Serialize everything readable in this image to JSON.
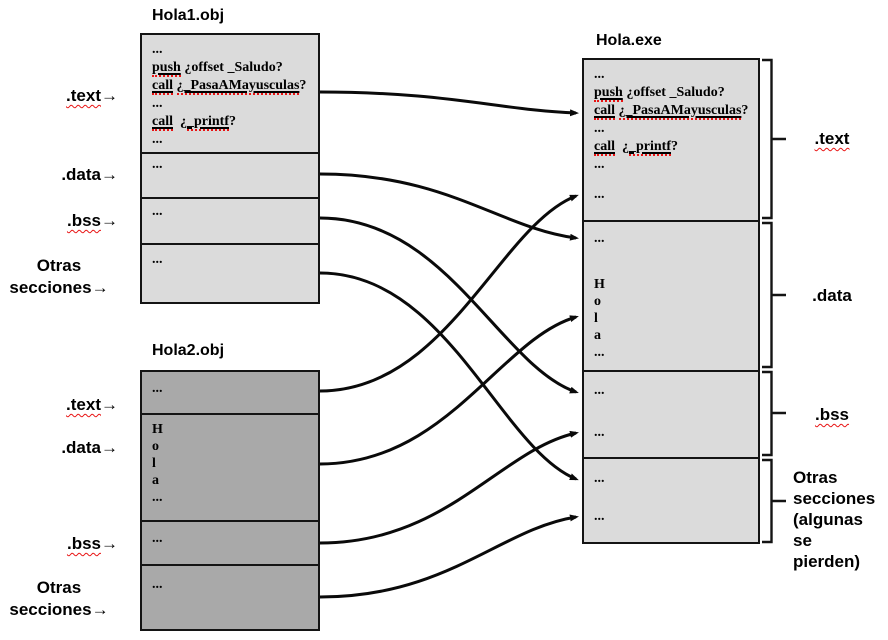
{
  "boxes": {
    "hola1_title": "Hola1.obj",
    "hola2_title": "Hola2.obj",
    "exe_title": "Hola.exe"
  },
  "glyphs": {
    "arrow": "→",
    "dots": "..."
  },
  "code": {
    "push_kw": "push",
    "push_rest": " ¿offset _Saludo?",
    "call1_kw": "call",
    "call1_sp": " ",
    "call1_u": "¿_PasaAMayusculas",
    "call1_q": "?",
    "call2_kw": "call",
    "call2_sp": "  ¿",
    "call2_u": "_printf",
    "call2_q": "?"
  },
  "hola2_data_lines": [
    "H",
    "o",
    "l",
    "a",
    "..."
  ],
  "exe_data_lines": [
    "H",
    "o",
    "l",
    "a",
    "..."
  ],
  "left_labels": {
    "h1_text": ".text",
    "h1_data": ".data",
    "h1_bss": ".bss",
    "h1_otras": "Otras\nsecciones→",
    "h2_text": ".text",
    "h2_data": ".data",
    "h2_bss": ".bss",
    "h2_otras": "Otras\nsecciones→"
  },
  "right_labels": {
    "text": ".text",
    "data": ".data",
    "bss": ".bss",
    "otras": "Otras\nsecciones\n(algunas\n se\npierden)"
  },
  "colors": {
    "obj_light_fill": "#dbdbdb",
    "obj_dark_fill": "#a9a9a9",
    "line": "#0a0a0a",
    "border": "#141414",
    "squiggle_red": "#e81313",
    "background": "#ffffff"
  },
  "links": [
    {
      "from": "Hola1.obj/.text",
      "to": "Hola.exe/.text parte 1"
    },
    {
      "from": "Hola2.obj/.text",
      "to": "Hola.exe/.text parte 2"
    },
    {
      "from": "Hola1.obj/.data",
      "to": "Hola.exe/.data parte 1"
    },
    {
      "from": "Hola2.obj/.data",
      "to": "Hola.exe/.data parte 2"
    },
    {
      "from": "Hola1.obj/.bss",
      "to": "Hola.exe/.bss parte 1"
    },
    {
      "from": "Hola2.obj/.bss",
      "to": "Hola.exe/.bss parte 2"
    },
    {
      "from": "Hola1.obj/otras",
      "to": "Hola.exe/otras parte 1"
    },
    {
      "from": "Hola2.obj/otras",
      "to": "Hola.exe/otras parte 2"
    }
  ]
}
